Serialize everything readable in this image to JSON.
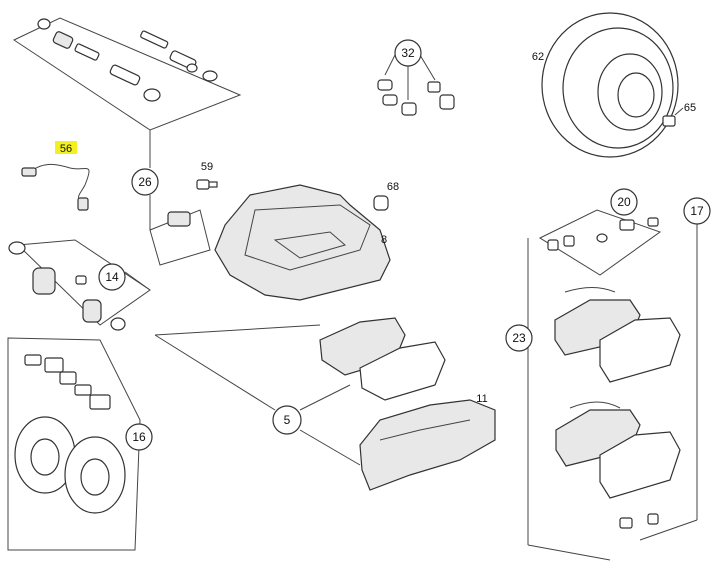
{
  "callouts": {
    "c32": "32",
    "c62": "62",
    "c65": "65",
    "c56": "56",
    "c59": "59",
    "c26": "26",
    "c68": "68",
    "c8": "8",
    "c20": "20",
    "c17": "17",
    "c14": "14",
    "c23": "23",
    "c11": "11",
    "c5": "5",
    "c16": "16"
  },
  "colors": {
    "highlight": "#f4f020",
    "line": "#444444"
  }
}
